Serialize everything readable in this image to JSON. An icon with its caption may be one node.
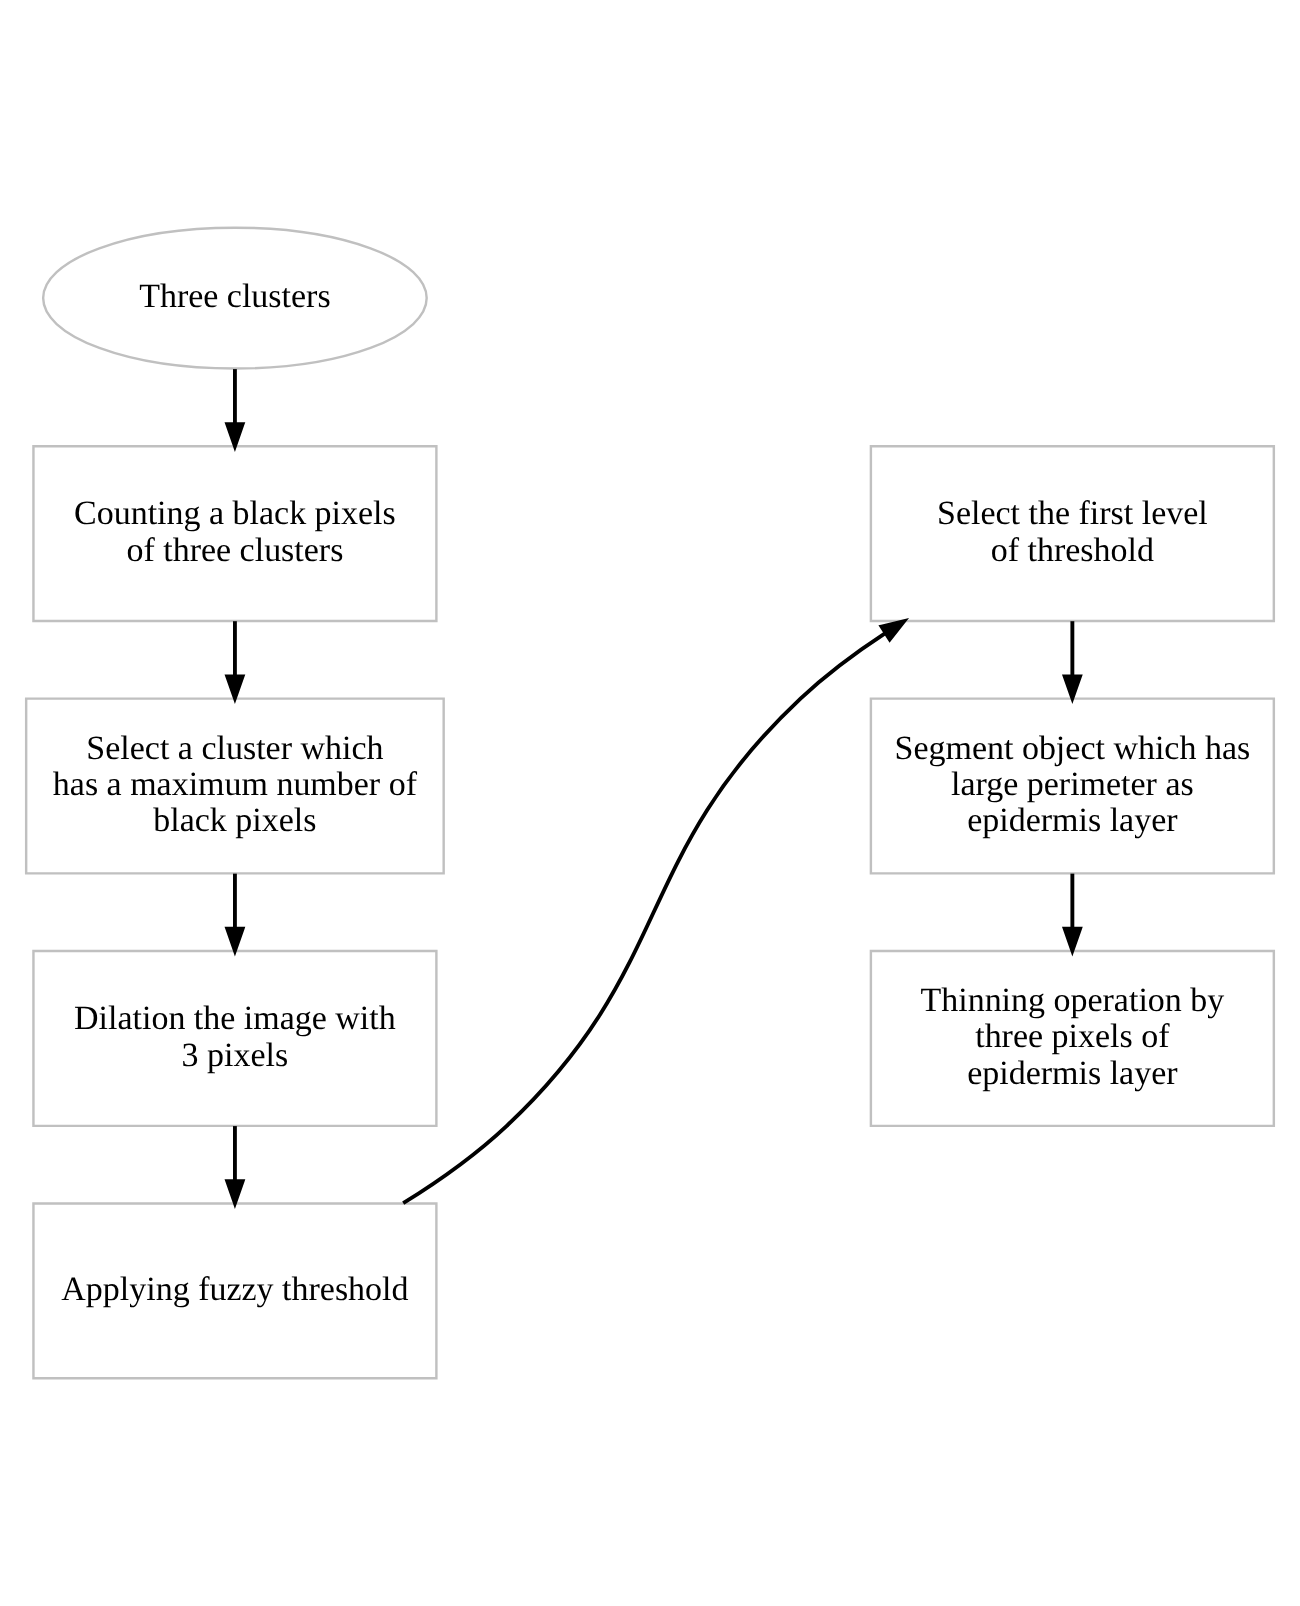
{
  "diagram": {
    "nodes": [
      {
        "text": [
          "Three clusters"
        ]
      },
      {
        "text": [
          "Counting a black pixels of three clusters"
        ]
      },
      {
        "text": [
          "Select a cluster which has a maximum number of black pixels"
        ]
      },
      {
        "text": [
          "Dilation the image with 3 pixels"
        ]
      },
      {
        "text": [
          "Applying fuzzy threshold"
        ]
      },
      {
        "text": [
          "Select the first level of threshold"
        ]
      },
      {
        "text": [
          "Segment object which has large perimeter as epidermis layer"
        ]
      },
      {
        "text": [
          "Thinning operation by three pixels of epidermis layer"
        ]
      }
    ],
    "edges": [
      {
        "from": 0,
        "to": 1,
        "arrow": "to"
      },
      {
        "from": 1,
        "to": 2,
        "arrow": "to"
      },
      {
        "from": 2,
        "to": 3,
        "arrow": "to"
      },
      {
        "from": 3,
        "to": 4,
        "arrow": "to"
      },
      {
        "from": 4,
        "to": 5,
        "arrow": "to"
      },
      {
        "from": 5,
        "to": 6,
        "arrow": "to"
      },
      {
        "from": 6,
        "to": 7,
        "arrow": "to"
      }
    ]
  }
}
